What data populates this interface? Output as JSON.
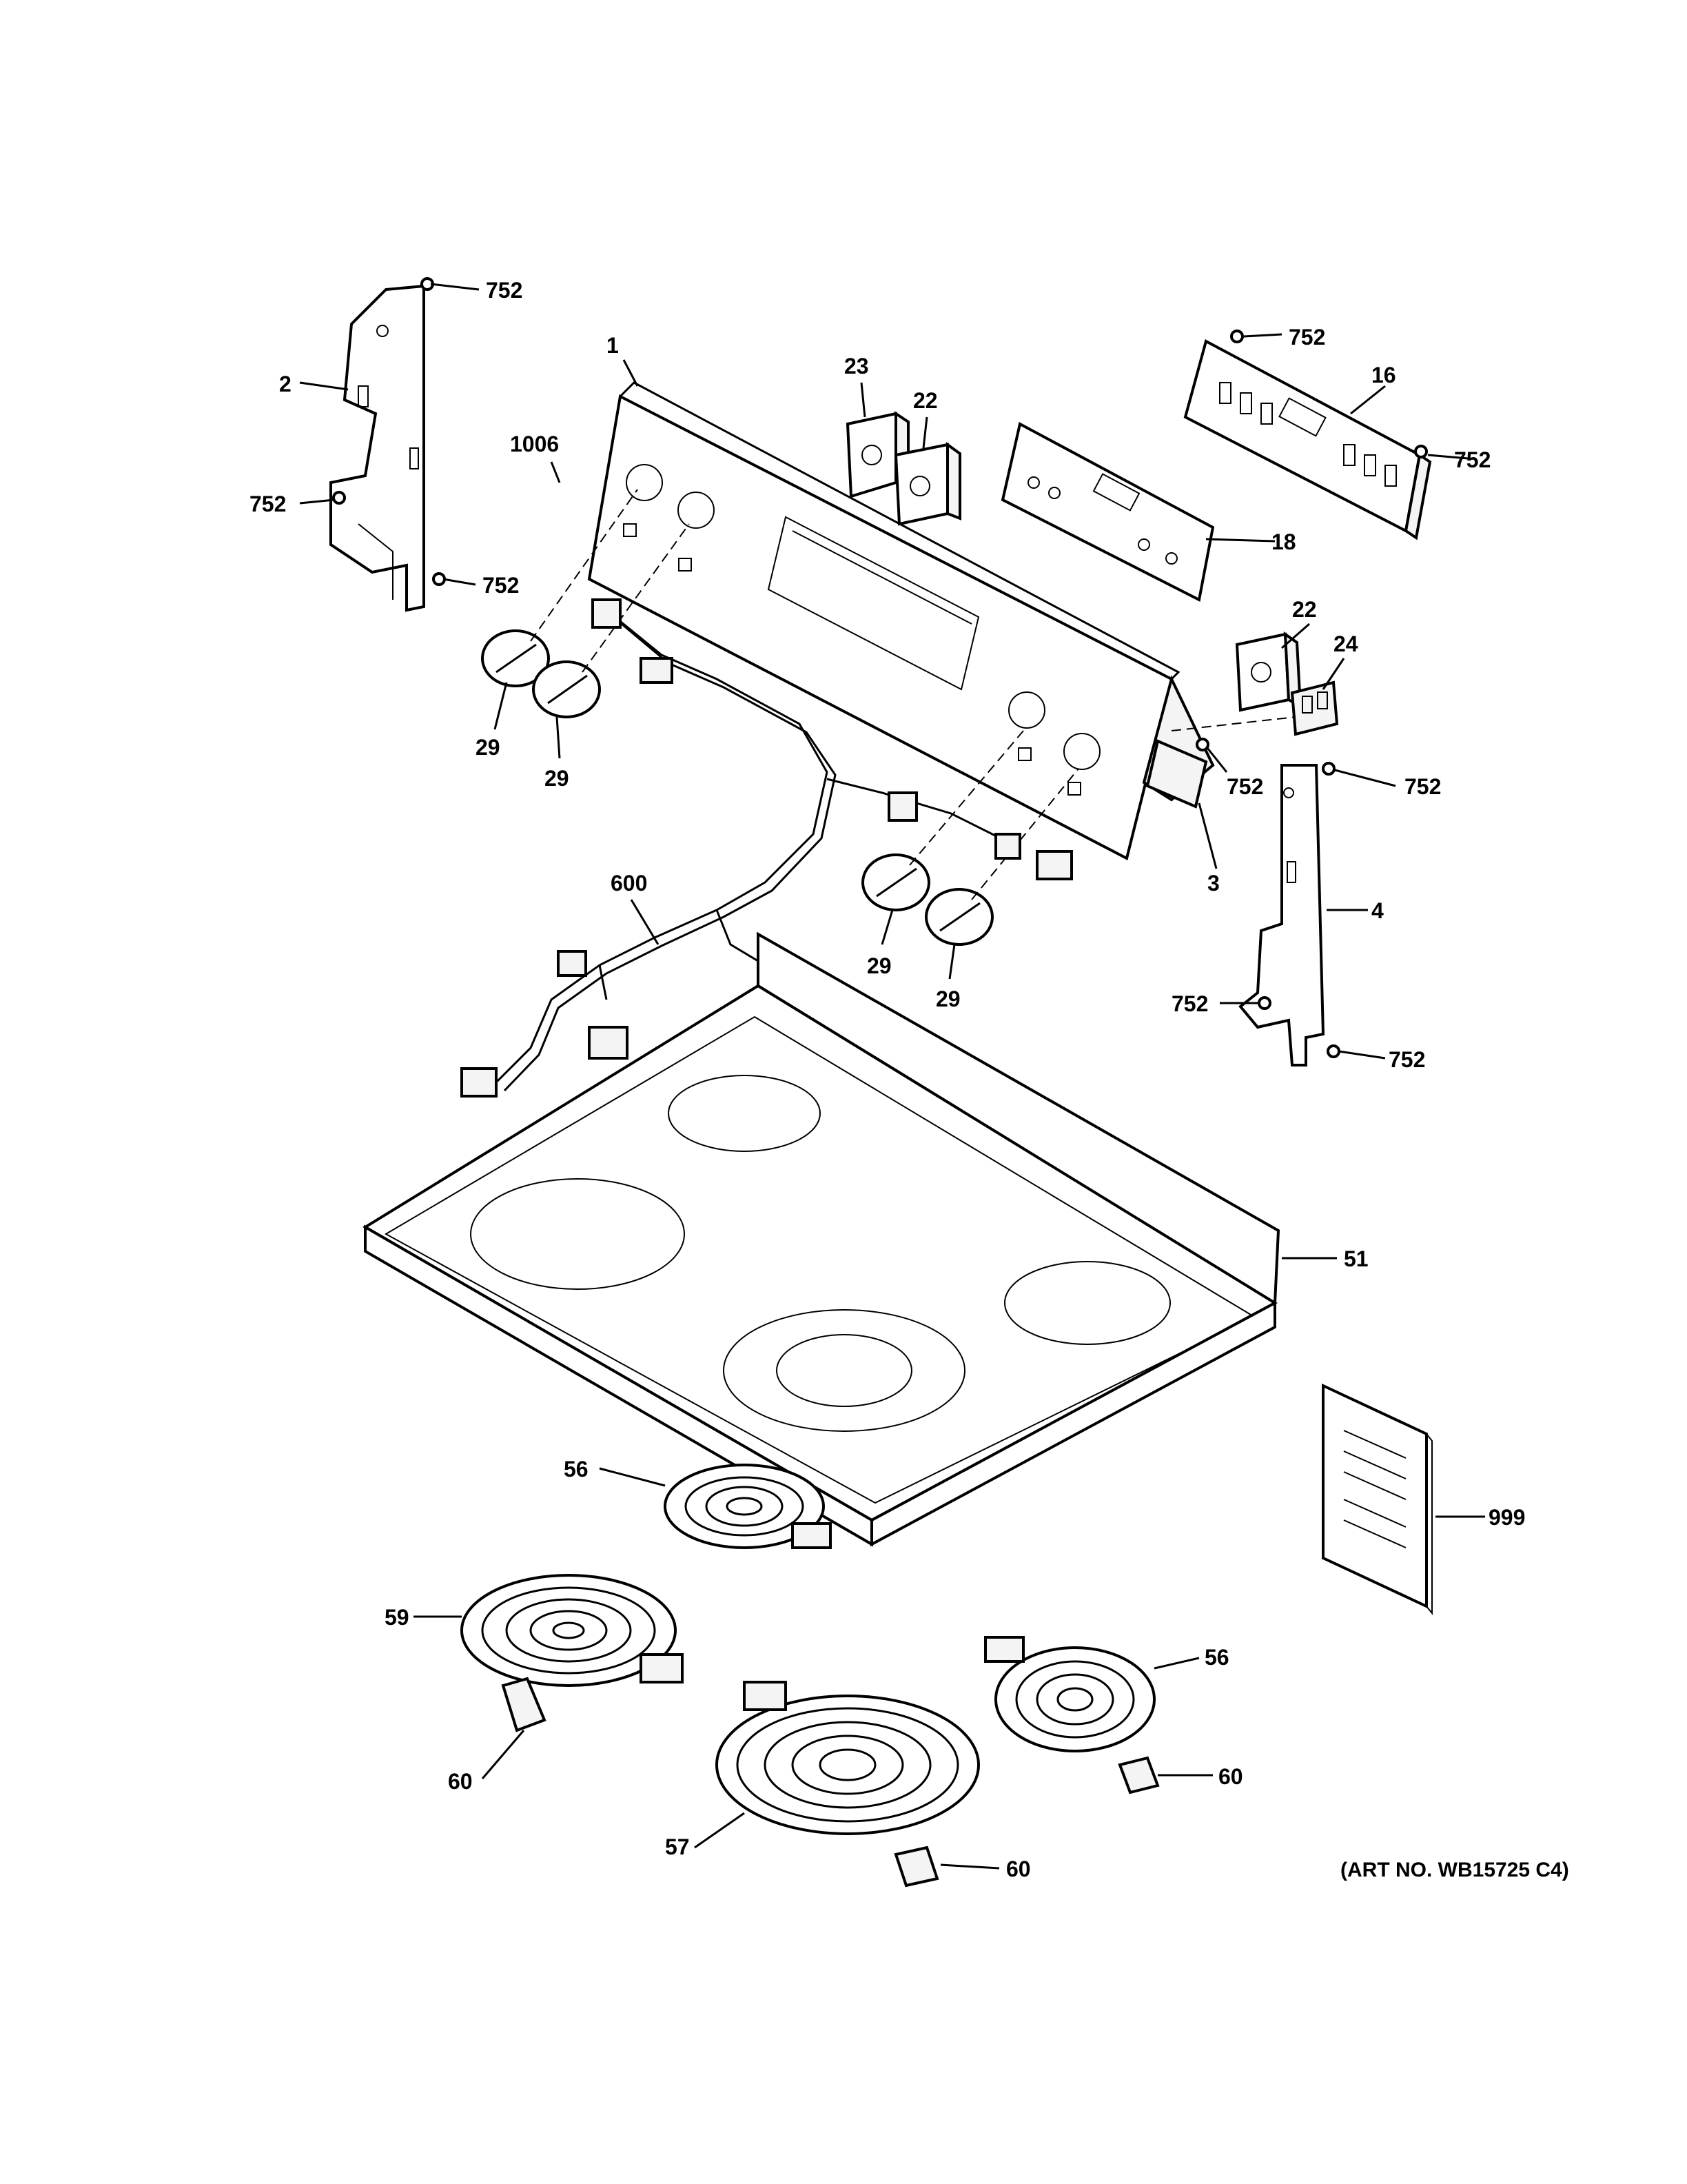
{
  "callouts": [
    {
      "label": "752"
    },
    {
      "label": "2"
    },
    {
      "label": "752"
    },
    {
      "label": "752"
    },
    {
      "label": "1"
    },
    {
      "label": "1006"
    },
    {
      "label": "23"
    },
    {
      "label": "22"
    },
    {
      "label": "752"
    },
    {
      "label": "16"
    },
    {
      "label": "752"
    },
    {
      "label": "18"
    },
    {
      "label": "22"
    },
    {
      "label": "24"
    },
    {
      "label": "29"
    },
    {
      "label": "29"
    },
    {
      "label": "752"
    },
    {
      "label": "752"
    },
    {
      "label": "3"
    },
    {
      "label": "4"
    },
    {
      "label": "600"
    },
    {
      "label": "29"
    },
    {
      "label": "29"
    },
    {
      "label": "752"
    },
    {
      "label": "752"
    },
    {
      "label": "51"
    },
    {
      "label": "56"
    },
    {
      "label": "999"
    },
    {
      "label": "59"
    },
    {
      "label": "56"
    },
    {
      "label": "60"
    },
    {
      "label": "60"
    },
    {
      "label": "57"
    },
    {
      "label": "60"
    }
  ],
  "art_number": "(ART NO. WB15725 C4)"
}
